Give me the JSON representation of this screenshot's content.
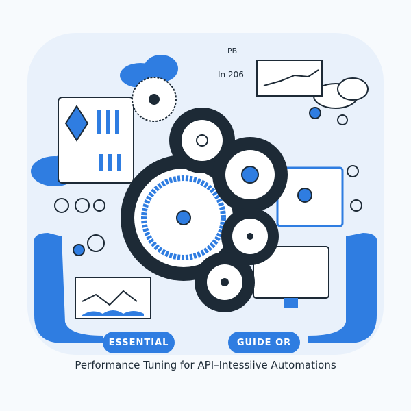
{
  "illustration": {
    "subject": "gears, dashboards, clouds and charts representing API performance tuning",
    "colors": {
      "primary_blue": "#2f7de1",
      "dark_gear": "#1d2a36",
      "background": "#f7fafd",
      "panel": "#e9f1fb"
    }
  },
  "labels": {
    "top_small": "PB",
    "badge": "In 206",
    "pill_left": "ESSENTIAL",
    "pill_right": "GUIDE OR",
    "caption": "Performance Tuning for API–Intessiive Automations"
  }
}
